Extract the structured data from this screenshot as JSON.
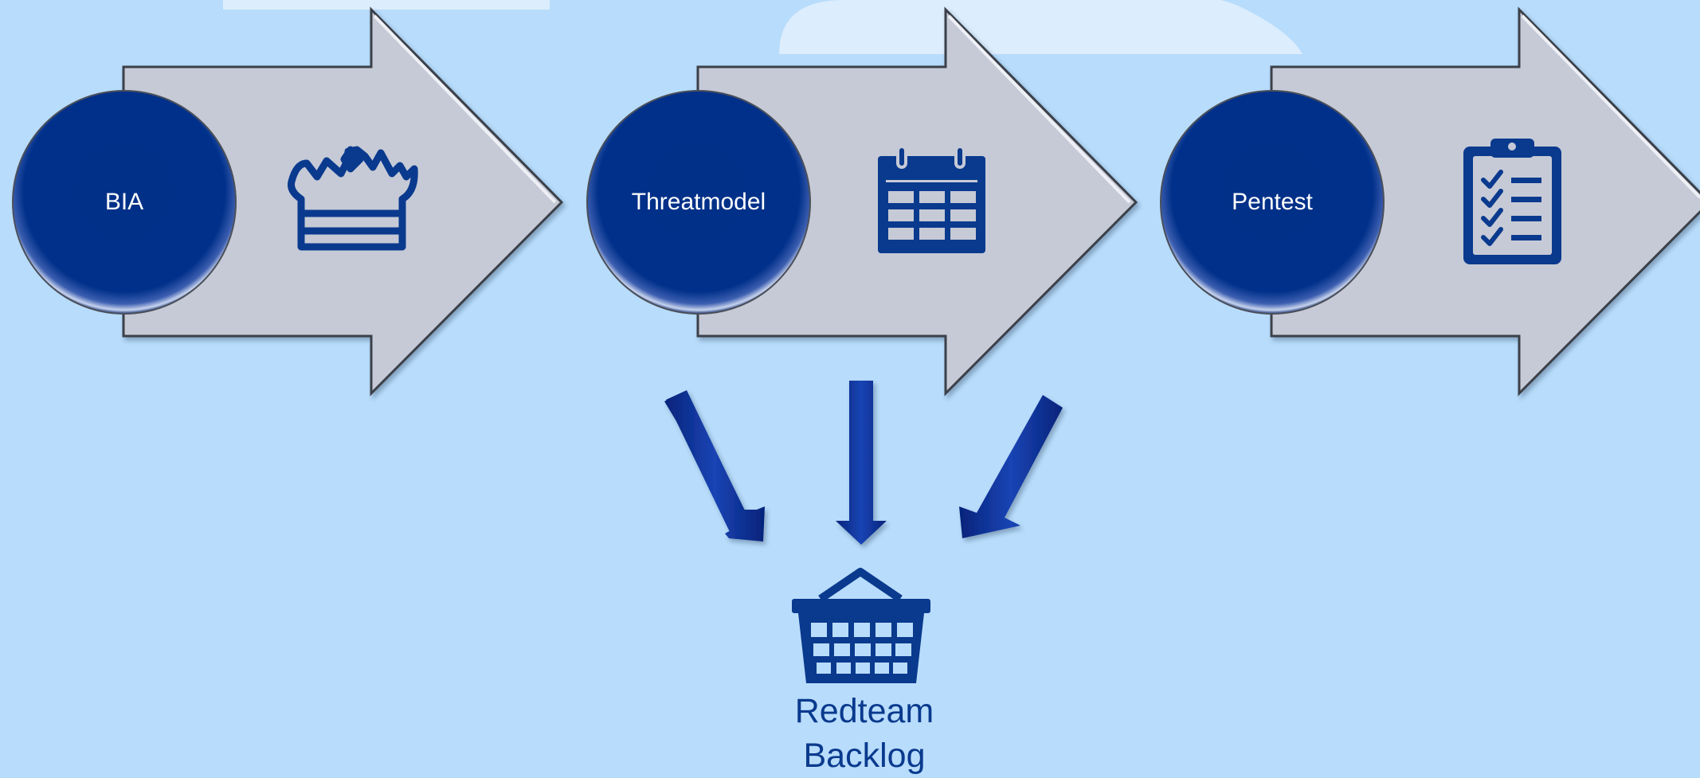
{
  "steps": [
    {
      "label": "BIA",
      "icon": "crown-icon"
    },
    {
      "label": "Threatmodel",
      "icon": "calendar-icon"
    },
    {
      "label": "Pentest",
      "icon": "clipboard-checklist-icon"
    }
  ],
  "backlog": {
    "line1": "Redteam",
    "line2": "Backlog",
    "icon": "basket-icon"
  },
  "colors": {
    "background": "#b8dcfb",
    "cloud": "#dcedfd",
    "arrow_fill": "#c6cad6",
    "arrow_stroke": "#3a3f4a",
    "circle_fill": "#003087",
    "icon": "#0a3a8e",
    "down_arrow": "#0b2e8c",
    "label_text": "#ffffff"
  }
}
